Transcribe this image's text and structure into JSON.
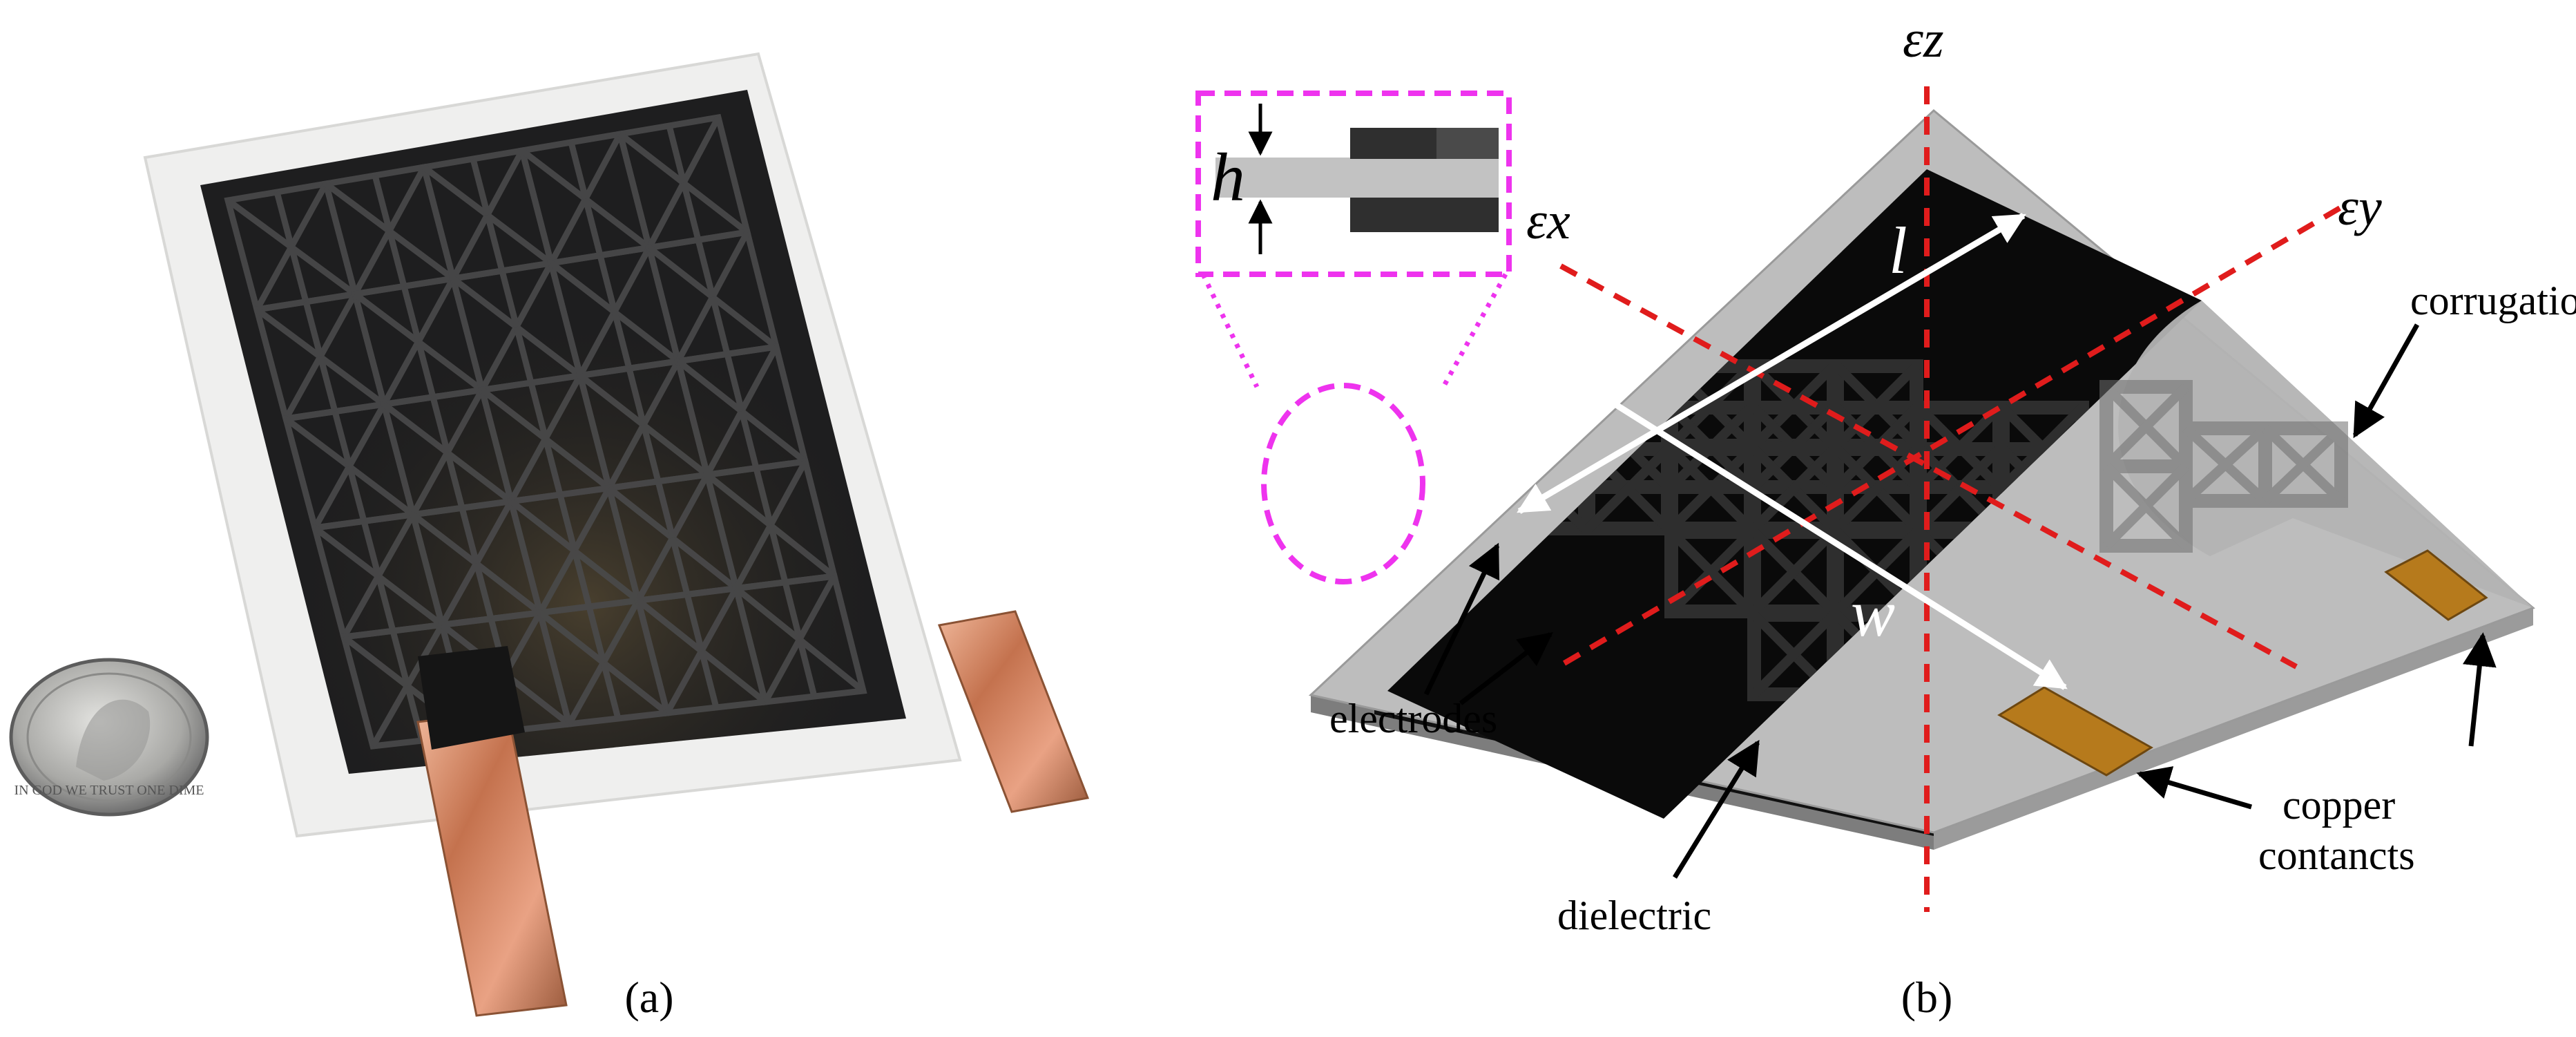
{
  "panel_a": {
    "caption": "(a)",
    "photo": {
      "subject": "corrugated sensor skin with copper tabs beside a coin",
      "coin_text": "IN GOD WE TRUST ONE DIME"
    }
  },
  "panel_b": {
    "caption": "(b)",
    "axes": {
      "z": "εz",
      "x": "εx",
      "y": "εy"
    },
    "dimensions": {
      "length": "l",
      "width": "w",
      "height": "h"
    },
    "labels": {
      "corrugation": "corrugation",
      "electrodes": "electrodes",
      "dielectric": "dielectric",
      "copper_line1": "copper",
      "copper_line2": "contancts"
    }
  },
  "colors": {
    "axis_dashed": "#e01c1c",
    "inset_dashed": "#ee33ee",
    "electrode": "#0a0a0a",
    "dielectric": "#bdbdbd",
    "copper": "#b67a1c"
  }
}
